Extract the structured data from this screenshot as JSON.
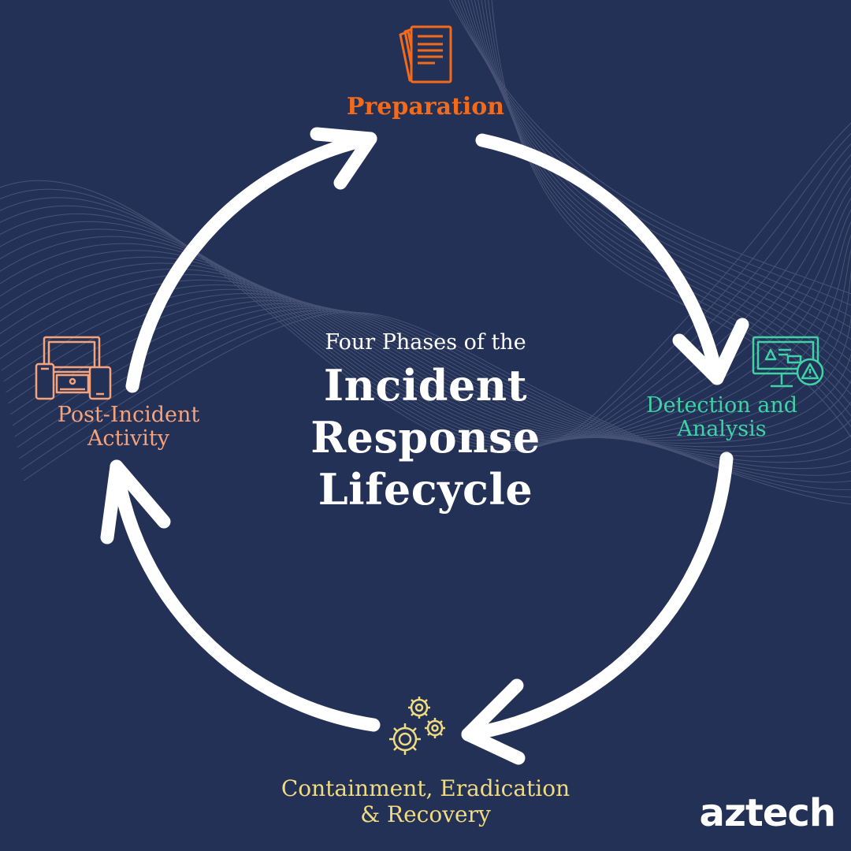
{
  "title": {
    "subtitle": "Four Phases of the",
    "line1": "Incident",
    "line2": "Response",
    "line3": "Lifecycle"
  },
  "phases": {
    "preparation": {
      "label": "Preparation",
      "color": "#f26a1b",
      "icon": "documents-icon"
    },
    "detection": {
      "line1": "Detection and",
      "line2": "Analysis",
      "color": "#3ed3a6",
      "icon": "monitor-alert-icon"
    },
    "containment": {
      "line1": "Containment, Eradication",
      "line2": "& Recovery",
      "color": "#efdc82",
      "icon": "gears-icon"
    },
    "post_incident": {
      "line1": "Post-Incident",
      "line2": "Activity",
      "color": "#f6a37c",
      "icon": "devices-icon"
    }
  },
  "brand": {
    "name": "aztech"
  },
  "colors": {
    "background": "#243156",
    "arrows": "#ffffff",
    "background_lines": "#8891b0"
  }
}
